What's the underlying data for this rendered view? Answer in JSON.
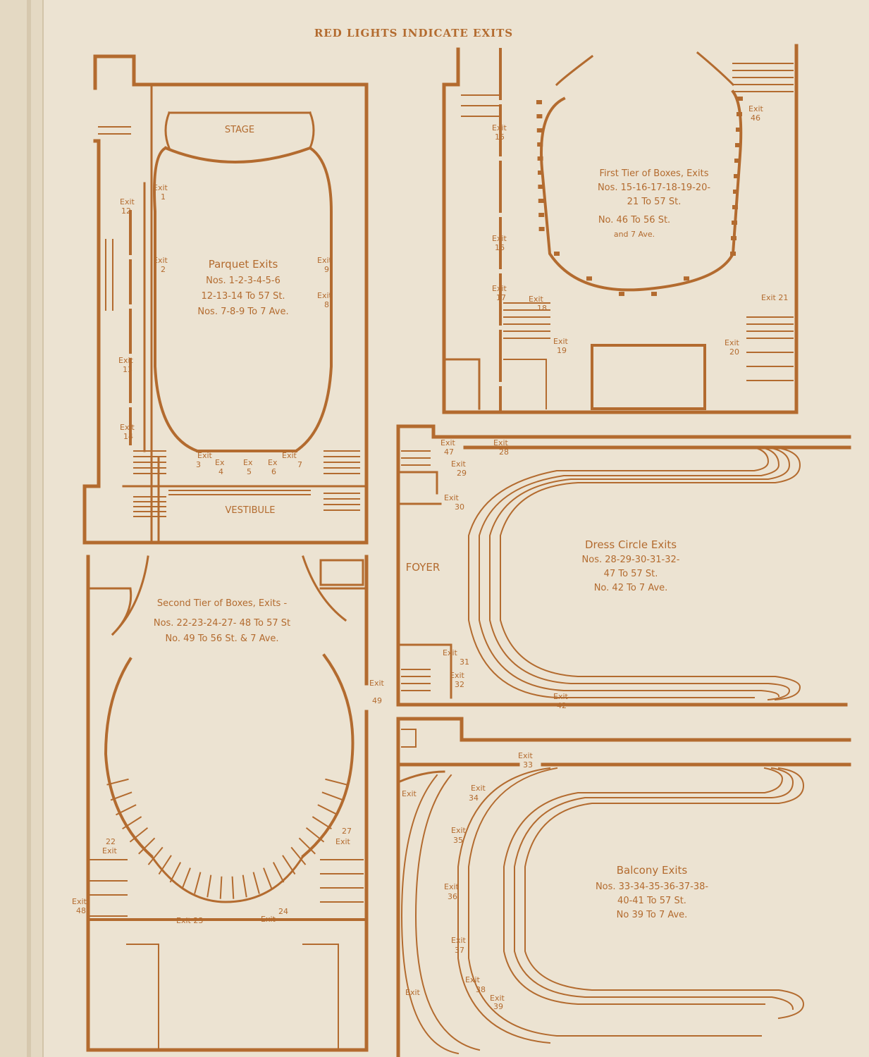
{
  "header": "RED LIGHTS INDICATE EXITS",
  "colors": {
    "ink": "#b36b2f",
    "paper": "#ece3d2"
  },
  "plans": {
    "parquet": {
      "stage": "STAGE",
      "vestibule": "VESTIBULE",
      "title": "Parquet Exits",
      "lines": [
        "Nos. 1-2-3-4-5-6",
        "12-13-14 To 57 St.",
        "Nos. 7-8-9 To 7 Ave."
      ],
      "exits": {
        "e1": "1",
        "e2": "2",
        "e3": "3",
        "e4": "4",
        "e5": "5",
        "e6": "6",
        "e7": "7",
        "e8": "8",
        "e9": "9",
        "e12": "12",
        "e13": "13",
        "e14": "14"
      }
    },
    "first_tier": {
      "title": "First Tier of Boxes, Exits",
      "lines": [
        "Nos. 15-16-17-18-19-20-",
        "21 To 57 St.",
        "No. 46 To 56 St.",
        "and 7 Ave."
      ],
      "exits": {
        "e15": "15",
        "e16": "16",
        "e17": "17",
        "e18": "18",
        "e19": "19",
        "e20": "20",
        "e21": "Exit 21",
        "e46": "46"
      }
    },
    "dress_circle": {
      "foyer": "FOYER",
      "title": "Dress Circle Exits",
      "lines": [
        "Nos. 28-29-30-31-32-",
        "47 To 57 St.",
        "No. 42 To 7 Ave."
      ],
      "exits": {
        "e28": "28",
        "e29": "29",
        "e30": "30",
        "e31": "31",
        "e32": "32",
        "e42": "42",
        "e47": "47"
      }
    },
    "second_tier": {
      "title": "Second Tier of Boxes, Exits -",
      "lines": [
        "Nos. 22-23-24-27- 48 To 57 St",
        "No. 49 To 56 St. & 7 Ave."
      ],
      "exits": {
        "e22": "22",
        "e23": "Exit 23",
        "e24": "24",
        "e27": "27",
        "e48": "48",
        "e49": "49"
      }
    },
    "balcony": {
      "title": "Balcony Exits",
      "lines": [
        "Nos. 33-34-35-36-37-38-",
        "40-41 To 57 St.",
        "No 39 To 7 Ave."
      ],
      "exits": {
        "e33": "33",
        "e34": "34",
        "e35": "35",
        "e36": "36",
        "e37": "37",
        "e38": "38",
        "e39": "39"
      }
    },
    "exit_word": "Exit",
    "ex_word": "Ex"
  }
}
